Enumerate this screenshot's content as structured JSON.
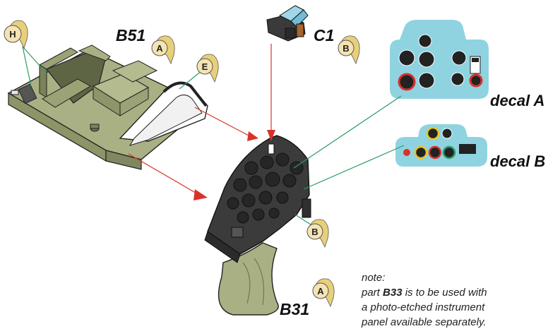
{
  "parts": {
    "b51": "B51",
    "c1": "C1",
    "b31": "B31"
  },
  "decals": {
    "a": "decal A",
    "b": "decal B"
  },
  "markers": {
    "h": "H",
    "b51_a": "A",
    "e": "E",
    "c1_b": "B",
    "panel_b": "B",
    "b31_a": "A"
  },
  "note": {
    "title": "note:",
    "line1_prefix": "part ",
    "line1_part": "B33",
    "line1_suffix": " is to be used with",
    "line2": "a photo-etched instrument",
    "line3": "panel available separately."
  },
  "colors": {
    "floor_green": "#a9b184",
    "panel_dark": "#3b3b3b",
    "decal_cyan": "#8fd3e1",
    "arrow_red": "#d9322b",
    "leader_green": "#2e9b63",
    "marker_fill": "#f5e3b3"
  }
}
